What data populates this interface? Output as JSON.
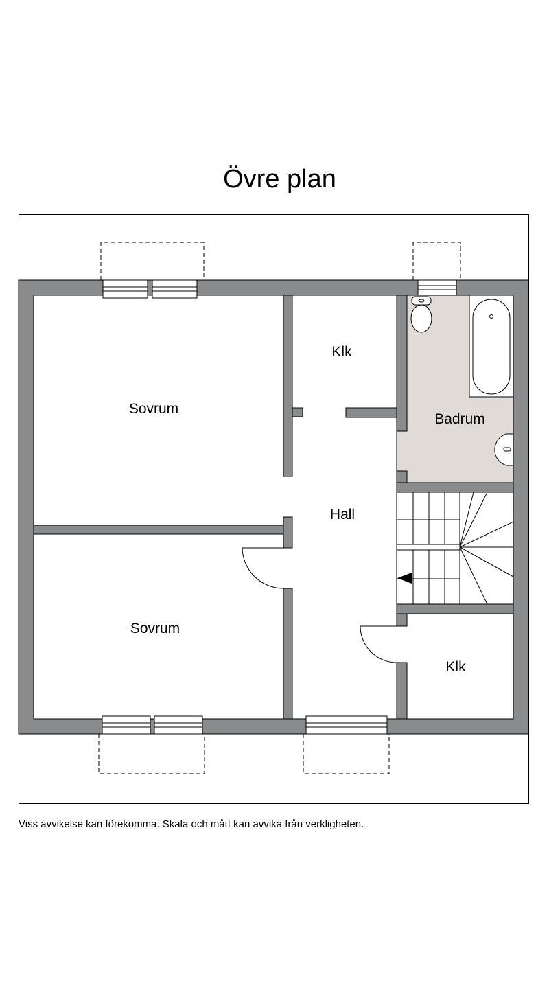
{
  "title": "Övre plan",
  "rooms": {
    "sovrum_top": "Sovrum",
    "sovrum_bottom": "Sovrum",
    "klk_top": "Klk",
    "badrum": "Badrum",
    "hall": "Hall",
    "klk_bottom": "Klk"
  },
  "disclaimer": "Viss avvikelse kan förekomma. Skala och mått kan avvika från verkligheten.",
  "colors": {
    "wall": "#8a8b8d",
    "bathroom_floor": "#e0dbd7",
    "line": "#000000"
  }
}
